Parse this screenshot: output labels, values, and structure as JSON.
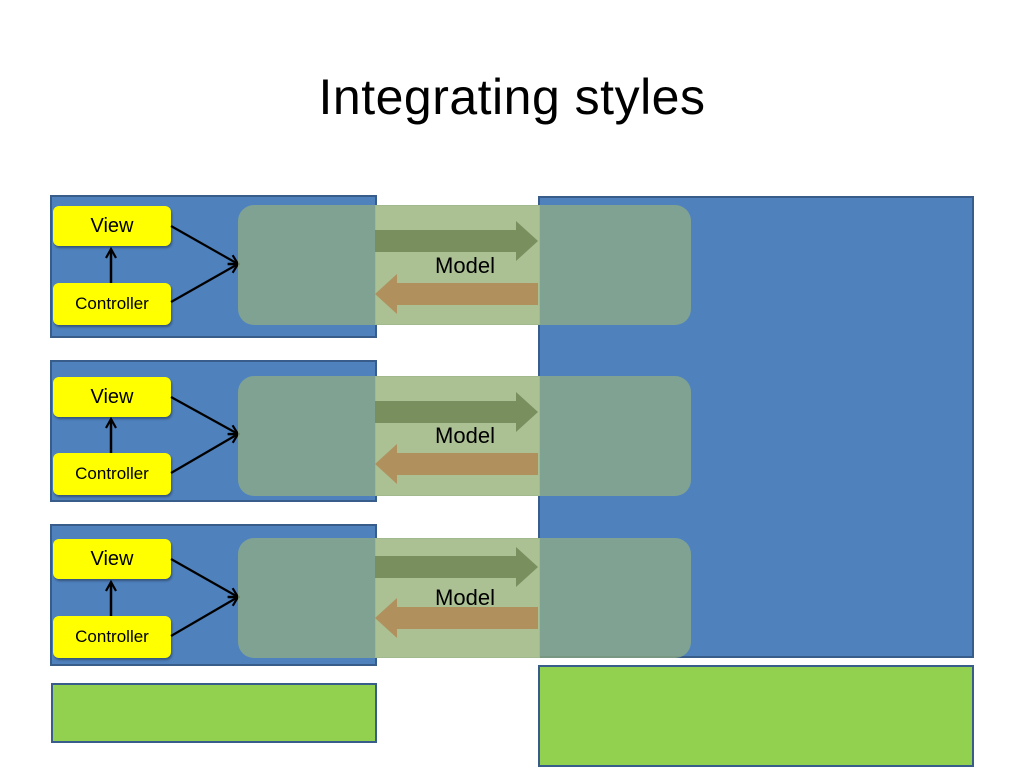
{
  "slide": {
    "title": "Integrating styles"
  },
  "groups": [
    {
      "view_label": "View",
      "controller_label": "Controller",
      "model_label": "Model"
    },
    {
      "view_label": "View",
      "controller_label": "Controller",
      "model_label": "Model"
    },
    {
      "view_label": "View",
      "controller_label": "Controller",
      "model_label": "Model"
    }
  ],
  "colors": {
    "client_blue": "#4f81bd",
    "storage_green": "#92d050",
    "box_yellow": "#ffff00",
    "push_arrow": "#3d3d00",
    "pull_arrow": "#ff4500"
  }
}
